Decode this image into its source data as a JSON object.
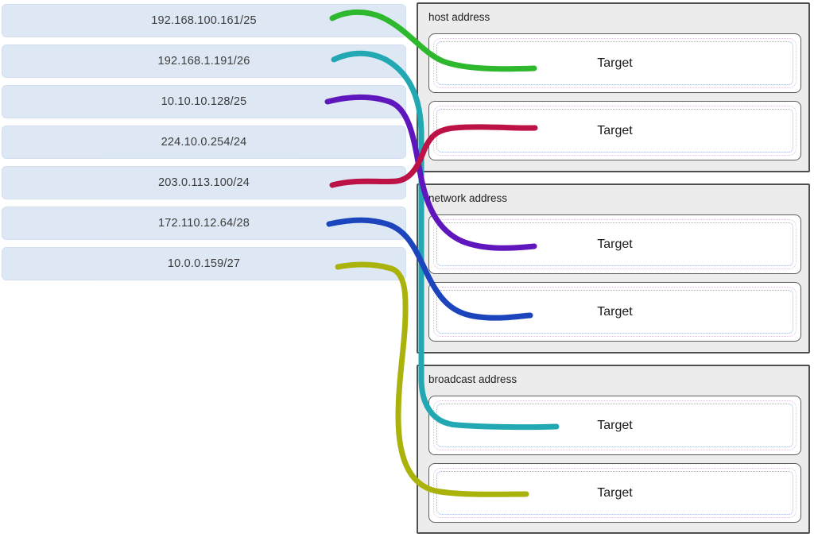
{
  "items": [
    {
      "label": "192.168.100.161/25"
    },
    {
      "label": "192.168.1.191/26"
    },
    {
      "label": "10.10.10.128/25"
    },
    {
      "label": "224.10.0.254/24"
    },
    {
      "label": "203.0.113.100/24"
    },
    {
      "label": "172.110.12.64/28"
    },
    {
      "label": "10.0.0.159/27"
    }
  ],
  "groups": [
    {
      "label": "host address",
      "targets": [
        "Target",
        "Target"
      ]
    },
    {
      "label": "network address",
      "targets": [
        "Target",
        "Target"
      ]
    },
    {
      "label": "broadcast address",
      "targets": [
        "Target",
        "Target"
      ]
    }
  ],
  "connections": [
    {
      "from": "192.168.100.161/25",
      "to_group": "host address",
      "to_target": 1,
      "color": "#2eb82e"
    },
    {
      "from": "192.168.1.191/26",
      "to_group": "broadcast address",
      "to_target": 1,
      "color": "#21a8b3"
    },
    {
      "from": "10.10.10.128/25",
      "to_group": "network address",
      "to_target": 1,
      "color": "#5f16bd"
    },
    {
      "from": "203.0.113.100/24",
      "to_group": "host address",
      "to_target": 2,
      "color": "#bd1245"
    },
    {
      "from": "172.110.12.64/28",
      "to_group": "network address",
      "to_target": 2,
      "color": "#1c45bd"
    },
    {
      "from": "10.0.0.159/27",
      "to_group": "broadcast address",
      "to_target": 2,
      "color": "#a9b30c"
    }
  ],
  "colors": {
    "item_background": "#dde8f4",
    "group_background": "#ececec",
    "target_background": "#ffffff"
  }
}
